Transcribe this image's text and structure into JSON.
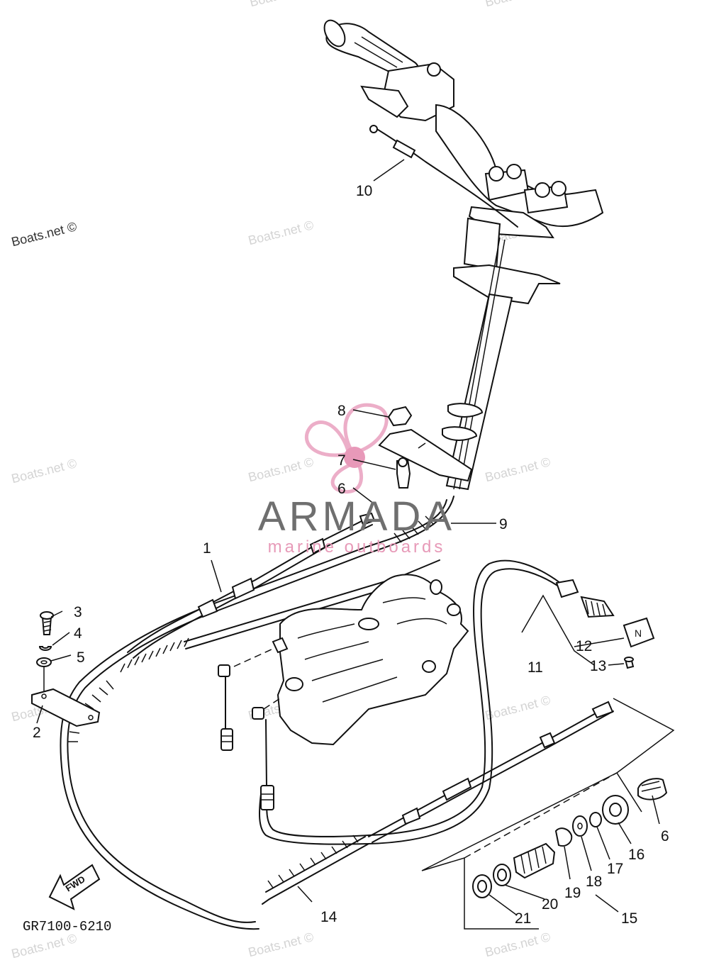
{
  "diagram": {
    "callouts": [
      "1",
      "2",
      "3",
      "4",
      "5",
      "6",
      "7",
      "8",
      "9",
      "10",
      "11",
      "12",
      "13",
      "14",
      "15",
      "16",
      "17",
      "18",
      "19",
      "20",
      "21"
    ],
    "callout_6b": "6",
    "diagram_code": "GR7100-6210",
    "fwd_label": "FWD",
    "neutral_label": "N"
  },
  "brand": {
    "name": "ARMADA",
    "tagline": "marine outboards"
  },
  "watermarks": {
    "text": "Boats.net ©"
  }
}
